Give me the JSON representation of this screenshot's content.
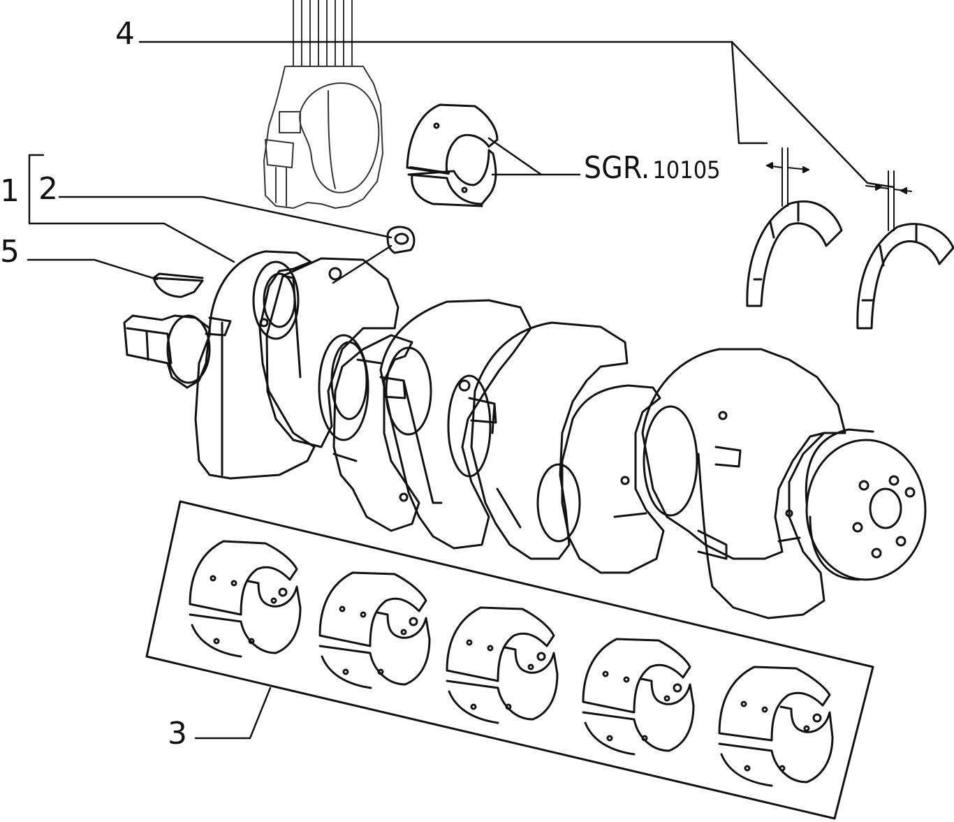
{
  "callouts": {
    "c1": "1",
    "c2": "2",
    "c3": "3",
    "c4": "4",
    "c5": "5"
  },
  "reference": {
    "prefix": "SGR.",
    "code": "10105"
  },
  "colors": {
    "line": "#111111",
    "fill": "#ffffff",
    "background": "#ffffff"
  }
}
